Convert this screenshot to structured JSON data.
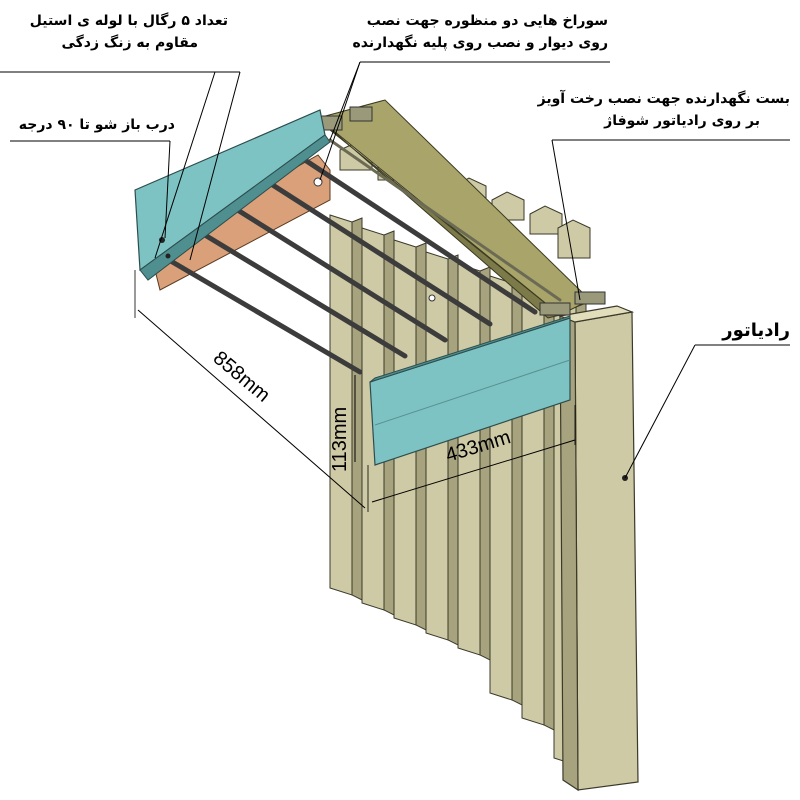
{
  "labels": {
    "hangers": {
      "line1": "تعداد ۵ رگال با لوله ی استیل",
      "line2": "مقاوم به زنگ زدگی"
    },
    "folding_door": {
      "line1": "درب باز شو تا ۹۰ درجه"
    },
    "wall_mount_holes": {
      "line1": "سوراخ هایی دو منظوره جهت نصب",
      "line2": "روی دیوار و نصب روی پلیه نگهدارنده"
    },
    "radiator_bracket": {
      "line1": "بست نگهدارنده جهت نصب رخت آویز",
      "line2": "بر روی رادیاتور شوفاژ"
    },
    "radiator": {
      "line1": "رادیاتور"
    }
  },
  "dimensions": {
    "length": "858mm",
    "depth": "433mm",
    "height": "113mm"
  },
  "colors": {
    "radiator_fill": "#cfcaa6",
    "radiator_dark": "#a8a37f",
    "radiator_stroke": "#3a3a2a",
    "door_panel": "#7ec3c4",
    "back_plate": "#d9a07a",
    "rod": "#3c3c3c",
    "line": "#000000"
  }
}
